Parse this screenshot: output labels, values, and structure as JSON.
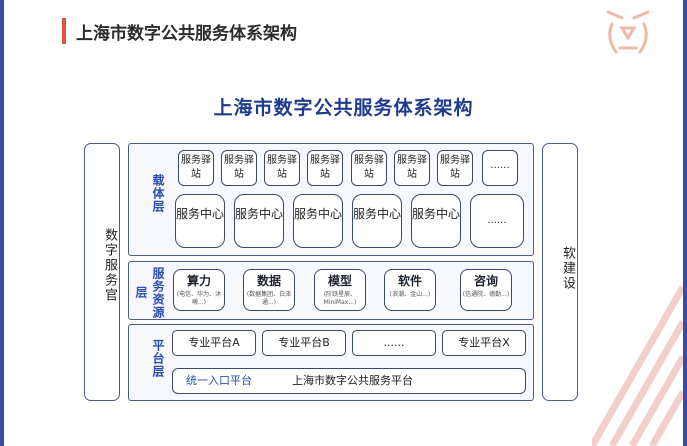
{
  "slide_title": "上海市数字公共服务体系架构",
  "diagram_title": "上海市数字公共服务体系架构",
  "left_panel": "数字服务官",
  "right_panel": "软建设",
  "layers": {
    "carrier": {
      "label": "载体层",
      "small_items": [
        "服务驿站",
        "服务驿站",
        "服务驿站",
        "服务驿站",
        "服务驿站",
        "服务驿站",
        "服务驿站",
        "......"
      ],
      "big_items": [
        "服务中心",
        "服务中心",
        "服务中心",
        "服务中心",
        "服务中心",
        "......"
      ]
    },
    "resource": {
      "label": "服务资源层",
      "items": [
        {
          "name": "算力",
          "note": "(电信、华为、沐曦...)"
        },
        {
          "name": "数据",
          "note": "(数据集团、白泽通...)"
        },
        {
          "name": "模型",
          "note": "(阶跃星辰、MiniMax...)"
        },
        {
          "name": "软件",
          "note": "(浪潮、金山...)"
        },
        {
          "name": "咨询",
          "note": "(信通院、德勤...)"
        }
      ]
    },
    "platform": {
      "label": "平台层",
      "items": [
        "专业平台A",
        "专业平台B",
        "......",
        "专业平台X"
      ],
      "entry_label": "统一入口平台",
      "entry_name": "上海市数字公共服务平台"
    }
  },
  "colors": {
    "accent_blue": "#2b4fb0",
    "title_blue": "#1f3b8c",
    "header_red": "#e0523a",
    "border": "#4d5a8a"
  }
}
